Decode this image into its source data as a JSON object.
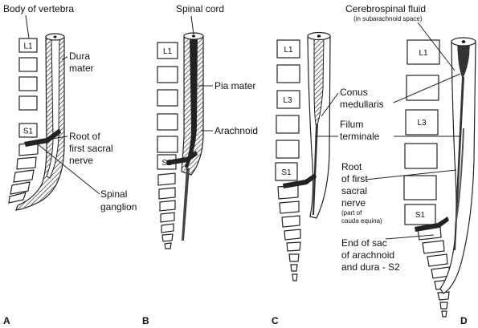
{
  "panels": {
    "A": {
      "letter": "A",
      "labels": {
        "body_of_vertebra": "Body of vertebra",
        "dura_1": "Dura",
        "dura_2": "mater",
        "root_1": "Root of",
        "root_2": "first sacral",
        "root_3": "nerve",
        "ganglion_1": "Spinal",
        "ganglion_2": "ganglion"
      },
      "vertebra_labels": [
        "L1",
        "S1"
      ]
    },
    "B": {
      "letter": "B",
      "labels": {
        "spinal_cord": "Spinal cord",
        "pia_mater": "Pia mater",
        "arachnoid": "Arachnoid"
      },
      "vertebra_labels": [
        "L1",
        "S1"
      ]
    },
    "C": {
      "letter": "C",
      "labels": {
        "conus_1": "Conus",
        "conus_2": "medullaris",
        "filum_1": "Filum",
        "filum_2": "terminale"
      },
      "vertebra_labels": [
        "L1",
        "L3",
        "S1"
      ]
    },
    "D": {
      "letter": "D",
      "labels": {
        "csf_1": "Cerebrospinal fluid",
        "csf_2": "(in subarachnoid space)",
        "root_1": "Root",
        "root_2": "of first",
        "root_3": "sacral",
        "root_4": "nerve",
        "root_5": "(part of",
        "root_6": "cauda equina)",
        "end_1": "End of sac",
        "end_2": "of arachnoid",
        "end_3": "and dura - S2"
      },
      "vertebra_labels": [
        "L1",
        "L3",
        "S1"
      ]
    }
  }
}
